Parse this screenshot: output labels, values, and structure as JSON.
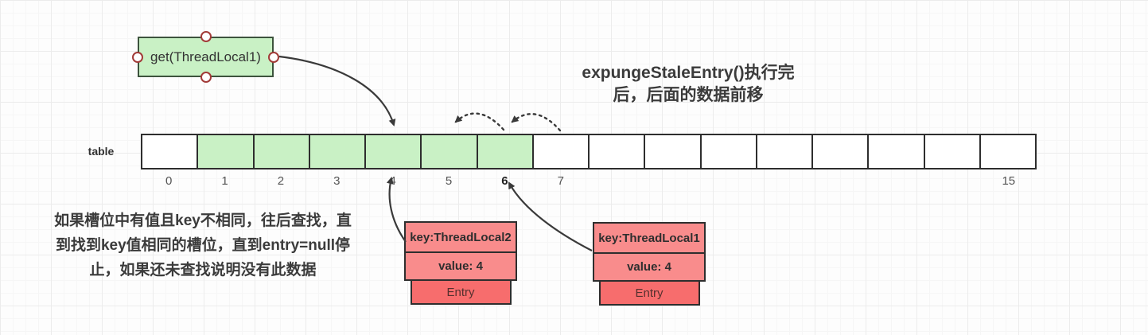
{
  "title": {
    "line1": "expungeStaleEntry()执行完",
    "line2": "后，后面的数据前移"
  },
  "get_box": {
    "label": "get(ThreadLocal1)"
  },
  "note": {
    "line1": "如果槽位中有值且key不相同，往后查找，直",
    "line2": "到找到key值相同的槽位，直到entry=null停",
    "line3": "止，如果还未查找说明没有此数据"
  },
  "table": {
    "label": "table",
    "slots": [
      {
        "index": 0,
        "filled": false,
        "label": "0",
        "bold": false
      },
      {
        "index": 1,
        "filled": true,
        "label": "1",
        "bold": false
      },
      {
        "index": 2,
        "filled": true,
        "label": "2",
        "bold": false
      },
      {
        "index": 3,
        "filled": true,
        "label": "3",
        "bold": false
      },
      {
        "index": 4,
        "filled": true,
        "label": "4",
        "bold": false
      },
      {
        "index": 5,
        "filled": true,
        "label": "5",
        "bold": false
      },
      {
        "index": 6,
        "filled": true,
        "label": "6",
        "bold": true
      },
      {
        "index": 7,
        "filled": false,
        "label": "7",
        "bold": false
      },
      {
        "index": 8,
        "filled": false,
        "label": "",
        "bold": false
      },
      {
        "index": 9,
        "filled": false,
        "label": "",
        "bold": false
      },
      {
        "index": 10,
        "filled": false,
        "label": "",
        "bold": false
      },
      {
        "index": 11,
        "filled": false,
        "label": "",
        "bold": false
      },
      {
        "index": 12,
        "filled": false,
        "label": "",
        "bold": false
      },
      {
        "index": 13,
        "filled": false,
        "label": "",
        "bold": false
      },
      {
        "index": 14,
        "filled": false,
        "label": "",
        "bold": false
      },
      {
        "index": 15,
        "filled": false,
        "label": "15",
        "bold": false
      }
    ]
  },
  "entries": [
    {
      "key": "key:ThreadLocal2",
      "value": "value: 4",
      "type_label": "Entry"
    },
    {
      "key": "key:ThreadLocal1",
      "value": "value: 4",
      "type_label": "Entry"
    }
  ],
  "colors": {
    "green_fill": "#c9f1c5",
    "green_border": "#3d533d",
    "line": "#2e2e2e",
    "red_fill": "#f98c8c",
    "red_deep": "#f76d6d",
    "handle_ring": "#a23b38",
    "arrow": "#3a3a3a",
    "grid_major": "#ececec",
    "grid_minor": "#f6f6f6"
  }
}
